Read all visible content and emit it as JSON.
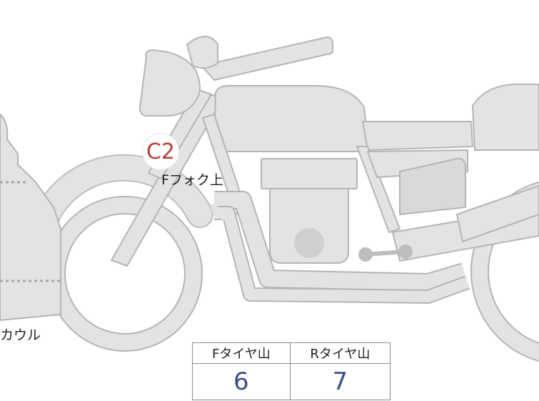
{
  "marker": {
    "code": "C2",
    "label": "Fフォク上"
  },
  "cowl_label": "カウル",
  "tire_table": {
    "headers": [
      "Fタイヤ山",
      "Rタイヤ山"
    ],
    "values": [
      "6",
      "7"
    ]
  },
  "colors": {
    "bike_fill": "#e3e3e3",
    "bike_stroke": "#b5b5b5",
    "marker_text": "#b5413a",
    "value_text": "#3a4f8a"
  }
}
